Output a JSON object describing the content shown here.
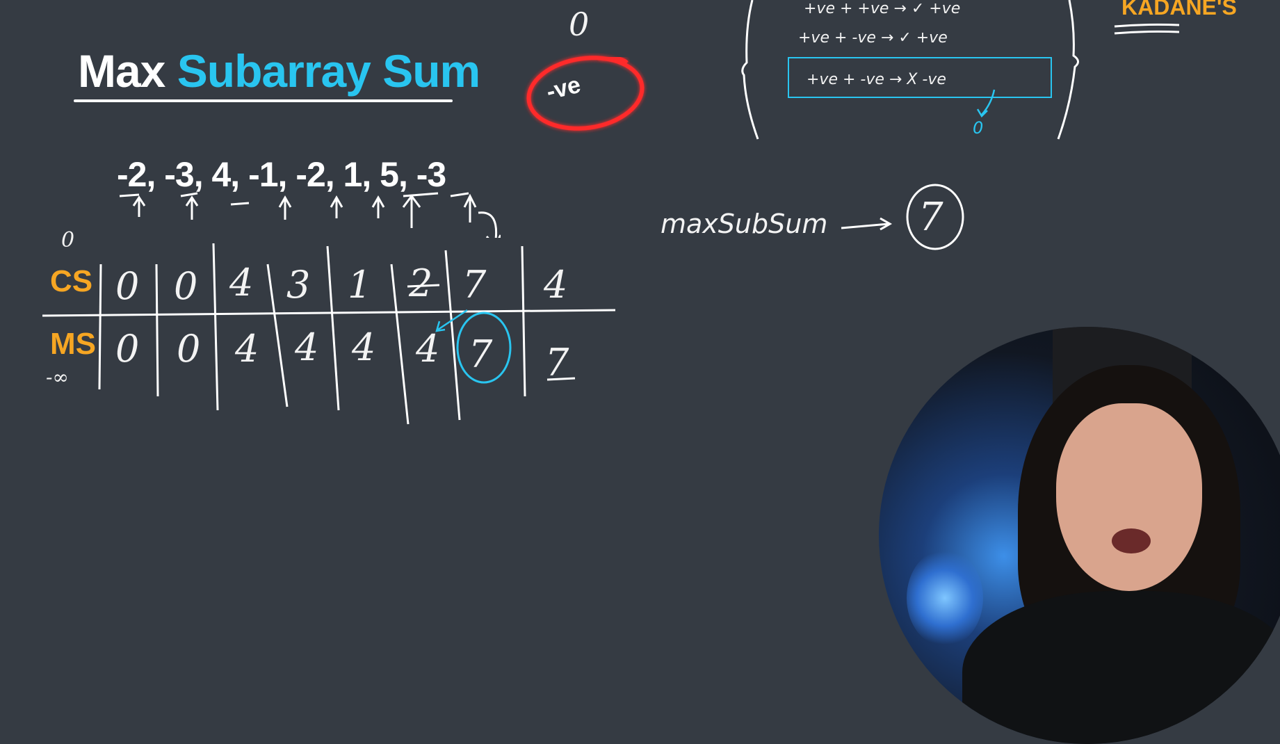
{
  "title": {
    "part1": "Max",
    "part2": "Subarray Sum"
  },
  "corner_label": "KADANE'S",
  "array_text": "-2, -3, 4, -1, -2, 1, 5, -3",
  "row_labels": {
    "cs": "CS",
    "ms": "MS"
  },
  "cs_values": [
    "0",
    "0",
    "4",
    "3",
    "1",
    "2",
    "7",
    "4"
  ],
  "ms_values": [
    "0",
    "0",
    "4",
    "4",
    "4",
    "4",
    "7",
    "7"
  ],
  "annotations": {
    "zero_top": "0",
    "neg_circled": "-ve",
    "cs_initial": "0",
    "ms_initial": "-∞",
    "max_sub_sum": "maxSubSum",
    "max_sub_sum_value": "7"
  },
  "rules": [
    "+ve + +ve → ✓ +ve",
    "+ve + -ve → ✓ +ve",
    "+ve + -ve → X -ve"
  ],
  "rule3_result": "0",
  "colors": {
    "background": "#353b43",
    "accent_blue": "#29c5f0",
    "accent_orange": "#f6a623",
    "accent_red": "#ff2a2a"
  }
}
